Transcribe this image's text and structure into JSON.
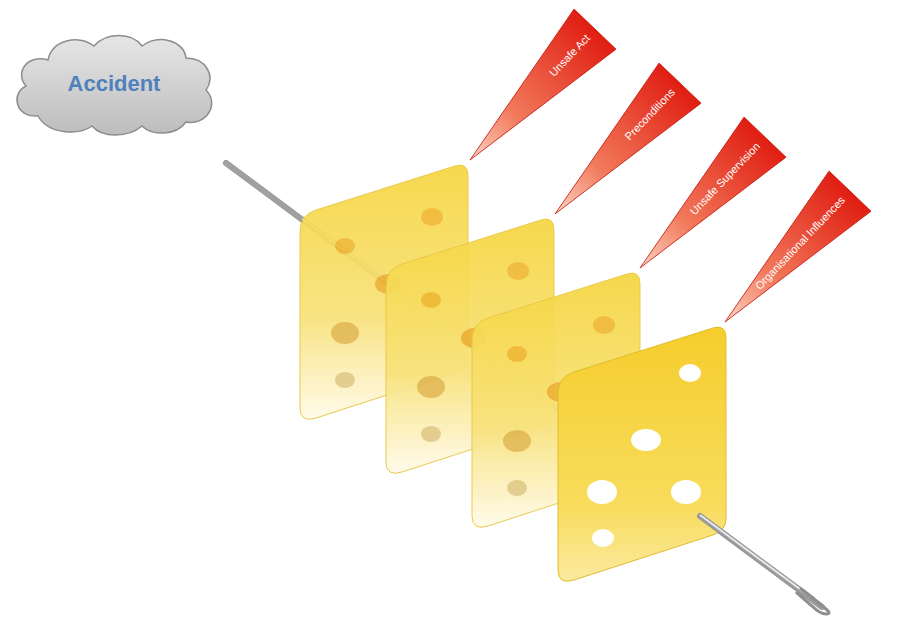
{
  "diagram": {
    "nodes": [
      {
        "text": [
          "Accident"
        ]
      },
      {
        "text": [
          "Unsafe Act"
        ]
      },
      {
        "text": [
          "Preconditions"
        ]
      },
      {
        "text": [
          "Unsafe Supervision"
        ]
      },
      {
        "text": [
          "Organisational Influences"
        ]
      }
    ]
  }
}
